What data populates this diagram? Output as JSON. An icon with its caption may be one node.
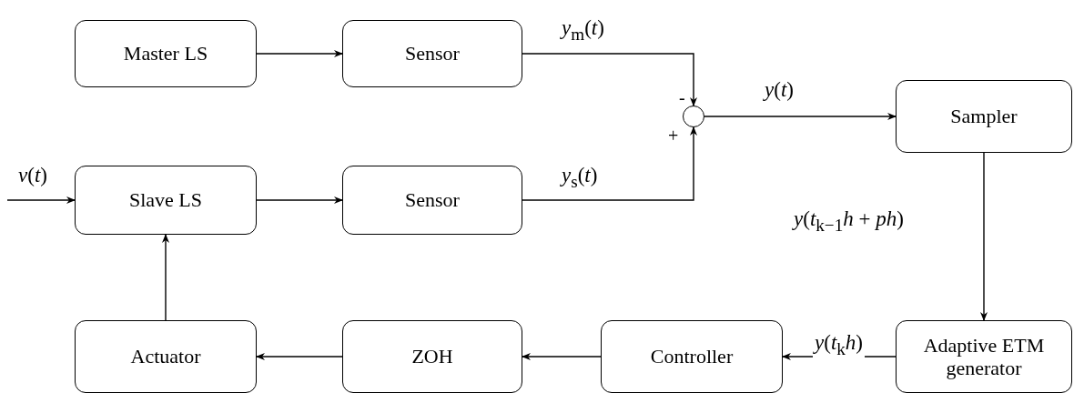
{
  "diagram": {
    "nodes": [
      {
        "text": [
          "Master LS"
        ]
      },
      {
        "text": [
          "Sensor"
        ]
      },
      {
        "text": [],
        "shape": "circle"
      },
      {
        "text": [
          "Sampler"
        ]
      },
      {
        "text": [
          "Slave LS"
        ]
      },
      {
        "text": [
          "Sensor"
        ]
      },
      {
        "text": [
          "Adaptive ETM generator"
        ]
      },
      {
        "text": [
          "Controller"
        ]
      },
      {
        "text": [
          "ZOH"
        ]
      },
      {
        "text": [
          "Actuator"
        ]
      }
    ],
    "edges": [
      {
        "from": 0,
        "to": 1,
        "arrow": "to"
      },
      {
        "from": 1,
        "to": 2,
        "arrow": "to",
        "label": "*y*$_{m}$(*t*)"
      },
      {
        "from": 5,
        "to": 2,
        "arrow": "to",
        "label": "*y*$_{s}$(*t*)"
      },
      {
        "from": 2,
        "to": 3,
        "arrow": "to",
        "label": "*y*(*t*)"
      },
      {
        "from": 3,
        "to": 6,
        "arrow": "to",
        "label": "*y*(*t*$_{k−1}$*h* + *ph*)"
      },
      {
        "from": 6,
        "to": 7,
        "arrow": "to",
        "label": "*y*(*t*$_{k}$*h*)"
      },
      {
        "from": 7,
        "to": 8,
        "arrow": "to"
      },
      {
        "from": 8,
        "to": 9,
        "arrow": "to"
      },
      {
        "from": 9,
        "to": 4,
        "arrow": "to"
      },
      {
        "from": 4,
        "to": 5,
        "arrow": "to"
      },
      {
        "from": null,
        "to": 4,
        "arrow": "to",
        "label": "*v*(*t*)"
      }
    ],
    "labels": [
      "-",
      "+"
    ]
  }
}
